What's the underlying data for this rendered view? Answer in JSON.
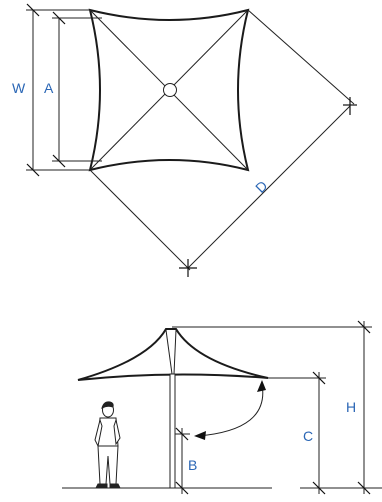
{
  "top_view": {
    "label_w": "W",
    "label_a": "A",
    "label_d": "D"
  },
  "side_view": {
    "label_h": "H",
    "label_c": "C",
    "label_b": "B"
  },
  "colors": {
    "label": "#2a66b5",
    "line": "#222222"
  }
}
